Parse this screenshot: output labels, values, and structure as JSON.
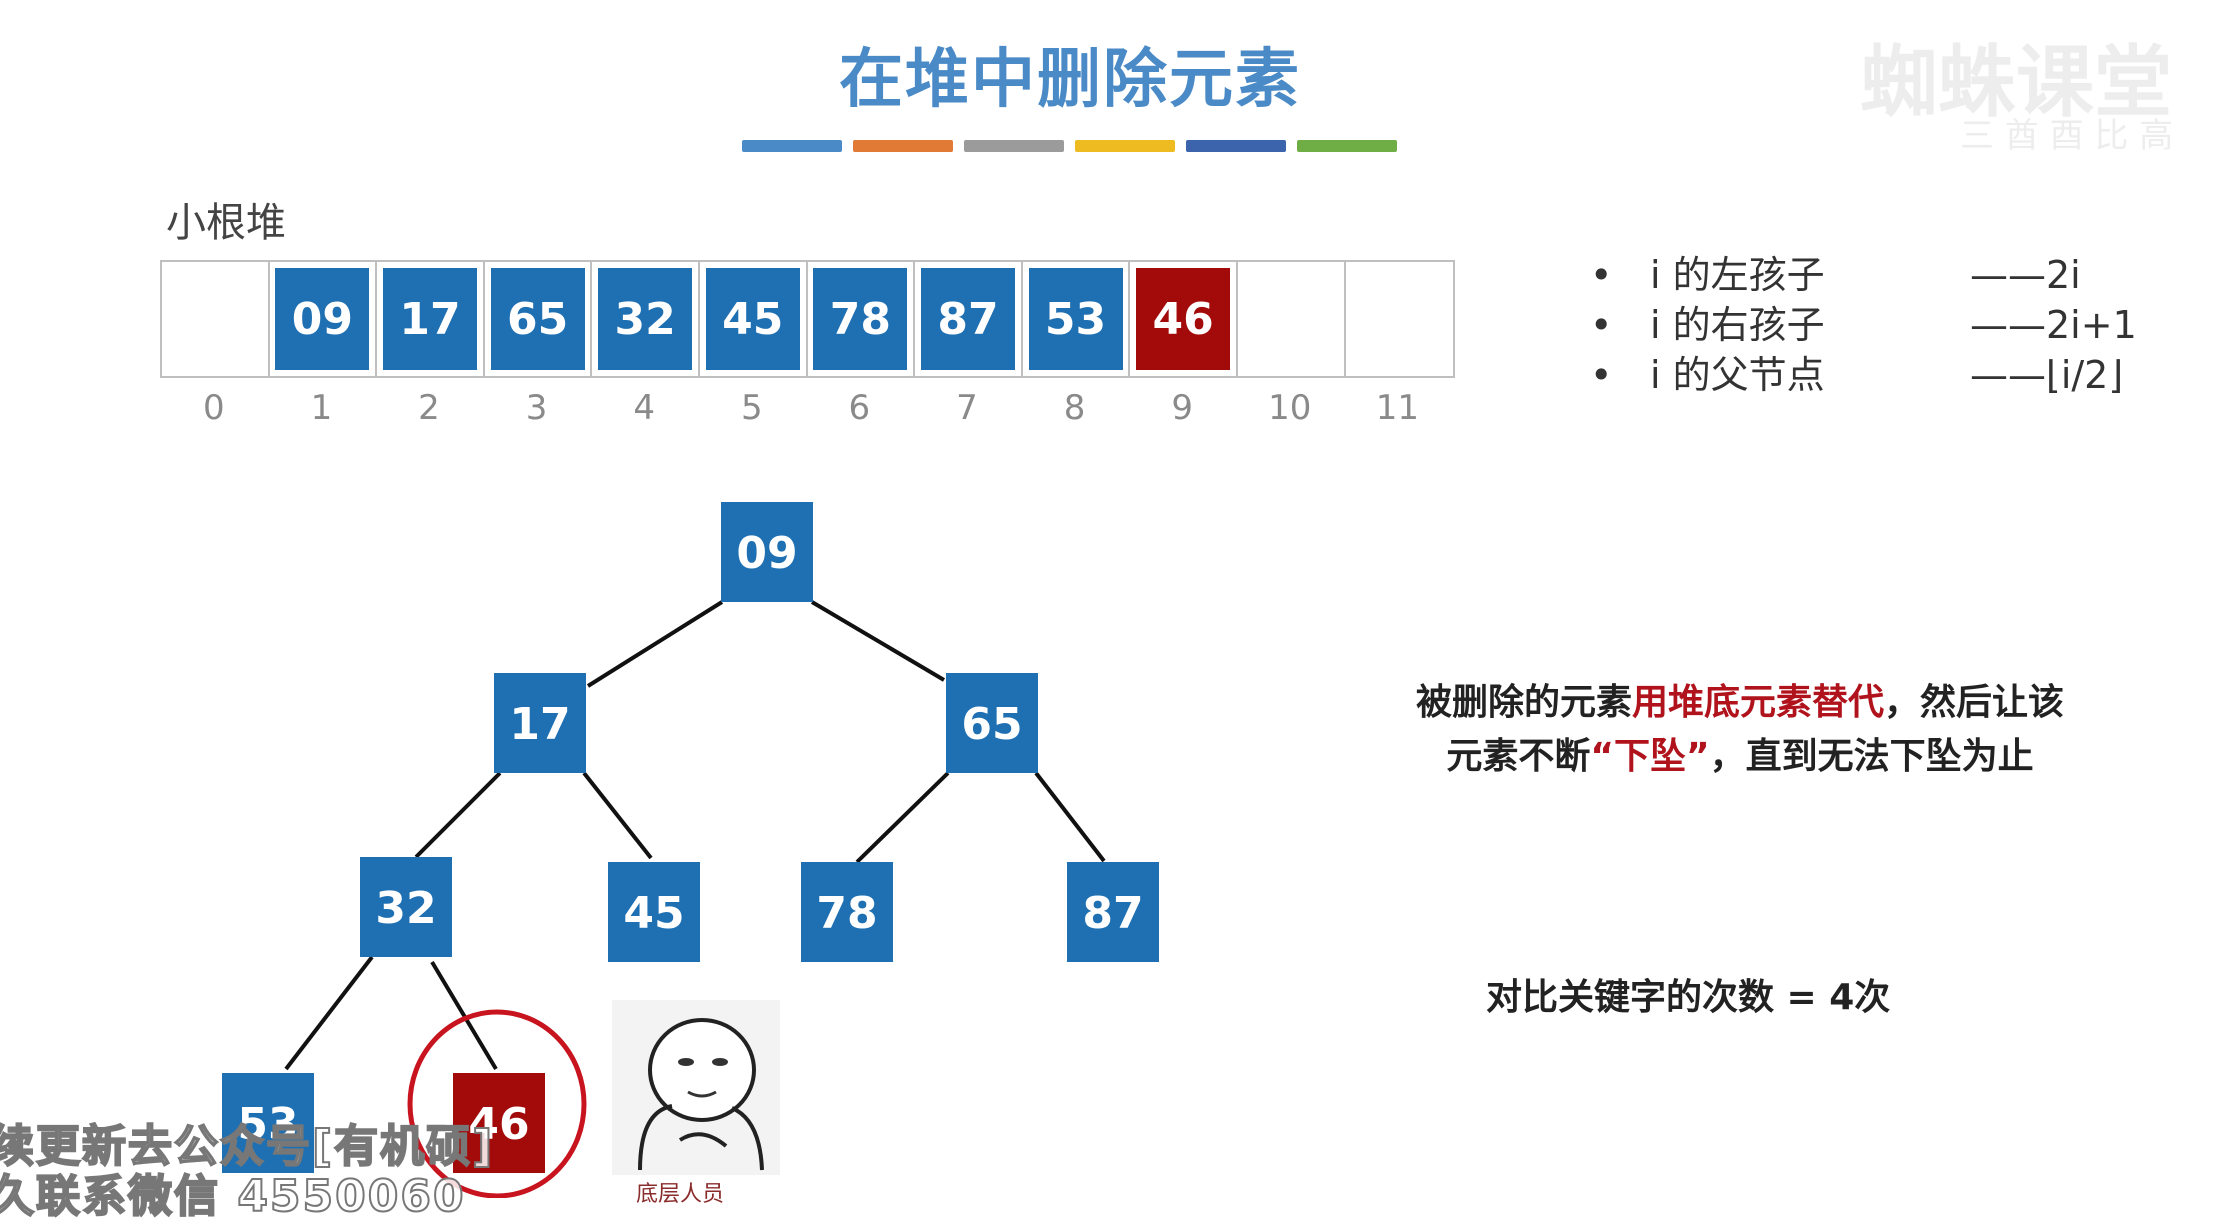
{
  "title": "在堆中删除元素",
  "color_bar": [
    "#4a8ac6",
    "#e07a34",
    "#9b9b9b",
    "#eebc20",
    "#3b64ad",
    "#6fad45"
  ],
  "heap_label": "小根堆",
  "array": {
    "cells": [
      "",
      "09",
      "17",
      "65",
      "32",
      "45",
      "78",
      "87",
      "53",
      "46",
      "",
      ""
    ],
    "highlight_index": 9,
    "indices": [
      "0",
      "1",
      "2",
      "3",
      "4",
      "5",
      "6",
      "7",
      "8",
      "9",
      "10",
      "11"
    ]
  },
  "rules": [
    {
      "bullet": "•",
      "text": "i 的左孩子",
      "formula": "——2i"
    },
    {
      "bullet": "•",
      "text": "i 的右孩子",
      "formula": "——2i+1"
    },
    {
      "bullet": "•",
      "text": "i 的父节点",
      "formula": "——⌊i/2⌋"
    }
  ],
  "tree": {
    "nodes": [
      "09",
      "17",
      "65",
      "32",
      "45",
      "78",
      "87",
      "53",
      "46"
    ],
    "highlight": "46"
  },
  "note": {
    "part1": "被删除的元素",
    "part2": "用堆底元素替代",
    "part3": "，然后让该",
    "part4": "元素不断",
    "part5": "“下坠”",
    "part6": "，直到无法下坠为止"
  },
  "compare": "对比关键字的次数 = 4次",
  "meme_caption": "底层人员",
  "watermark_line1": "续更新去公众号[有机硕]",
  "watermark_line2": "久联系微信 4550060",
  "logo_watermark": "蜘蛛课堂",
  "logo_sub": "三 酋 酉 比 高",
  "colors": {
    "node": "#1f70b2",
    "highlight": "#a30b0b",
    "circle": "#c8141e"
  }
}
